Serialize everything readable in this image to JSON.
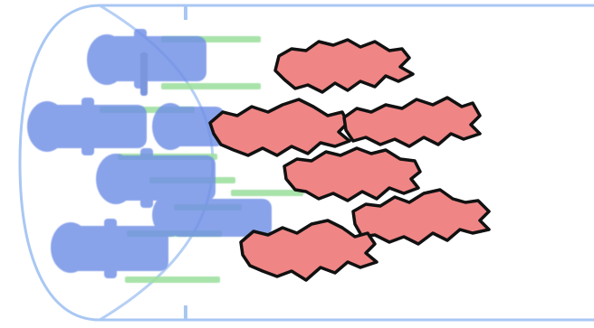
{
  "colors": {
    "background": "#ffffff",
    "vessel_outline": "#a9c7f3",
    "body_fill": "#6f8fe6",
    "body_highlight": "#8fa9f1",
    "green_bar": "#9fe0a0",
    "cloud_fill": "#f08585",
    "cloud_outline": "#111111"
  },
  "icons": {
    "vessel": "rounded-tube-outline",
    "sprayer": "blue-nozzle-shape",
    "cloud": "red-jagged-blob"
  }
}
